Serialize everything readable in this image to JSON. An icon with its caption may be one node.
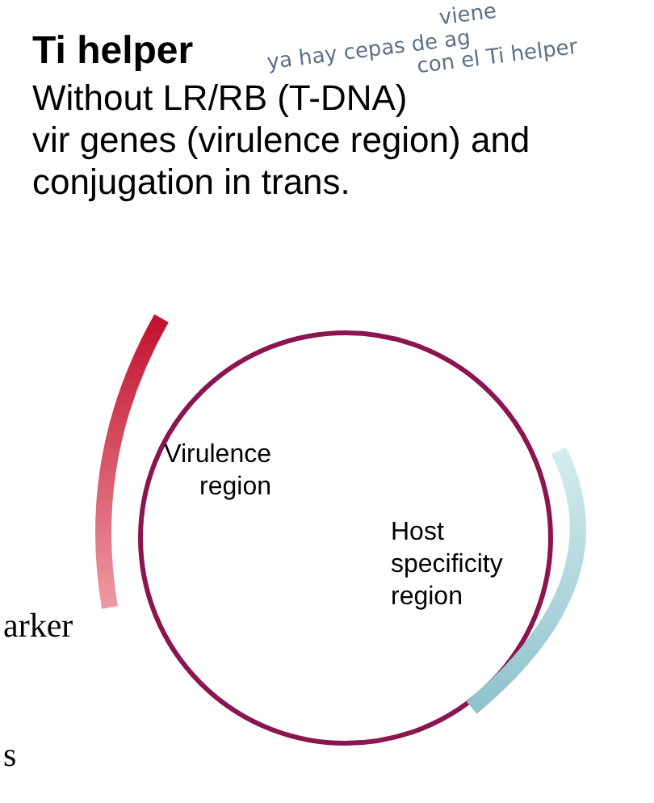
{
  "diagram": {
    "title": "Ti helper",
    "labels": [
      "viene",
      "ya hay cepas de ag",
      "con el Ti helper",
      "Without LR/RB (T-DNA)",
      "vir genes (virulence region) and conjugation in trans.",
      "Virulence region",
      "Host specificity region",
      "arker",
      "s"
    ]
  }
}
